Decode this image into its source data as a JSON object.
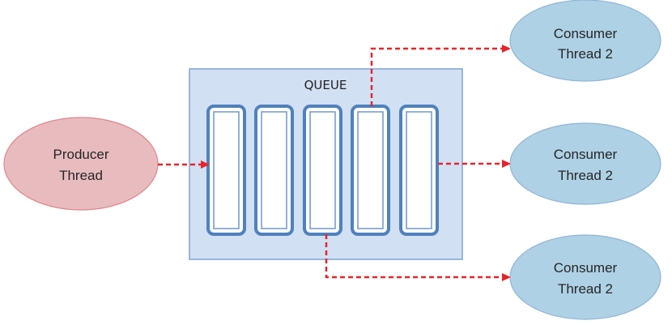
{
  "diagram": {
    "producer": {
      "line1": "Producer",
      "line2": "Thread"
    },
    "queue": {
      "label": "QUEUE",
      "slot_count": 5
    },
    "consumers": [
      {
        "line1": "Consumer",
        "line2": "Thread 2"
      },
      {
        "line1": "Consumer",
        "line2": "Thread 2"
      },
      {
        "line1": "Consumer",
        "line2": "Thread 2"
      }
    ],
    "colors": {
      "producer_fill": "#e8bcbf",
      "producer_stroke": "#e2848b",
      "consumer_fill": "#aed1e5",
      "consumer_stroke": "#8fb6d6",
      "queue_fill": "#d2e0f3",
      "queue_stroke": "#7da3d6",
      "slot_stroke": "#4f81bd",
      "arrow": "#e8242a"
    }
  }
}
